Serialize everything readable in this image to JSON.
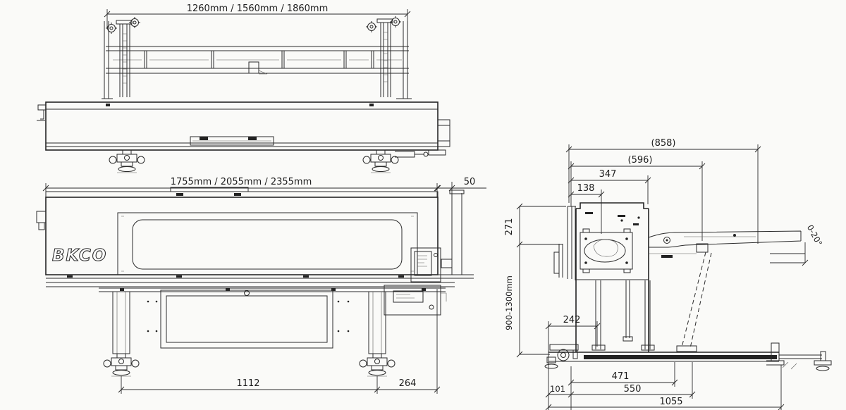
{
  "brand_logo": "BKCO",
  "dimensions": {
    "top_overall_width": "1260mm / 1560mm / 1860mm",
    "front_overall_length": "1755mm / 2055mm / 2355mm",
    "front_belt_overhang": "50",
    "front_base_length": "1112",
    "front_right_offset": "264",
    "side_overall_depth": "(858)",
    "side_frame_depth": "(596)",
    "side_upper_depth": "347",
    "side_fence_depth": "138",
    "side_fence_height": "271",
    "side_working_height": "900-1300mm",
    "side_caster_offset": "242",
    "side_base_inner": "471",
    "side_front_clearance": "101",
    "side_base_depth": "550",
    "side_base_overall": "1055",
    "side_tilt_range": "0-20°"
  },
  "colors": {
    "line": "#2b2b2b",
    "background": "#fafaf8"
  }
}
